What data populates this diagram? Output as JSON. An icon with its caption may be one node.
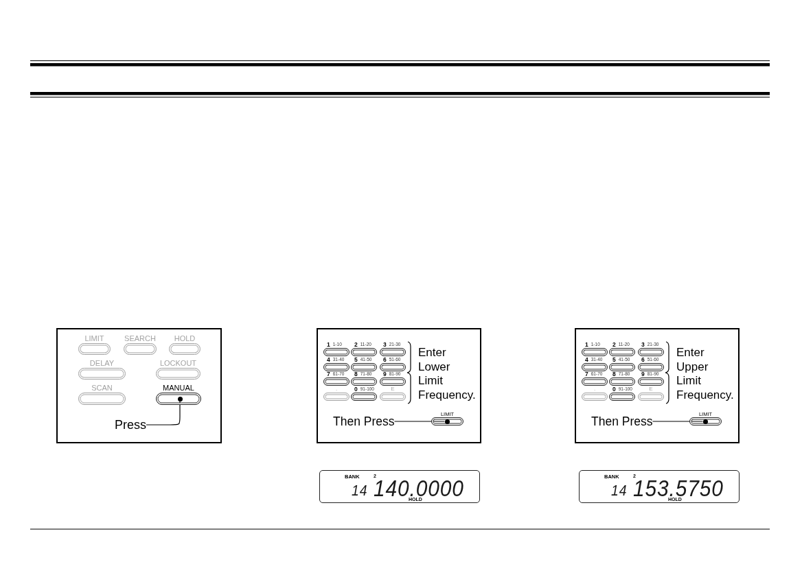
{
  "diagram": {
    "nodes": [
      {
        "text": [],
        "shape": "box"
      },
      {
        "text": [
          "LIMIT"
        ],
        "in": 0
      },
      {
        "text": [
          "SEARCH"
        ],
        "in": 0
      },
      {
        "text": [
          "HOLD"
        ],
        "in": 0
      },
      {
        "text": [
          "DELAY"
        ],
        "in": 0
      },
      {
        "text": [
          "LOCKOUT"
        ],
        "in": 0
      },
      {
        "text": [
          "SCAN"
        ],
        "in": 0
      },
      {
        "text": [
          "MANUAL"
        ],
        "in": 0
      },
      {
        "text": [],
        "shape": "circle",
        "in": 7
      },
      {
        "text": [
          "Press"
        ],
        "in": 0
      },
      {
        "text": [
          "Enter Lower Limit Frequency."
        ]
      },
      {
        "text": [
          "1",
          "1-10"
        ],
        "in": 10
      },
      {
        "text": [
          "2",
          "11-20"
        ],
        "in": 10
      },
      {
        "text": [
          "3",
          "21-30"
        ],
        "in": 10
      },
      {
        "text": [
          "4",
          "31-40"
        ],
        "in": 10
      },
      {
        "text": [
          "5",
          "41-50"
        ],
        "in": 10
      },
      {
        "text": [
          "6",
          "51-60"
        ],
        "in": 10
      },
      {
        "text": [
          "7",
          "61-70"
        ],
        "in": 10
      },
      {
        "text": [
          "8",
          "71-80"
        ],
        "in": 10
      },
      {
        "text": [
          "9",
          "81-90"
        ],
        "in": 10
      },
      {
        "text": [
          "."
        ],
        "in": 10
      },
      {
        "text": [
          "0",
          "91-100"
        ],
        "in": 10
      },
      {
        "text": [
          "E"
        ],
        "in": 10
      },
      {
        "text": [
          "Then Press"
        ],
        "in": 10
      },
      {
        "text": [
          "LIMIT"
        ],
        "in": 10
      },
      {
        "text": [],
        "shape": "circle",
        "in": 24
      },
      {
        "text": [
          "Enter Upper Limit Frequency."
        ]
      },
      {
        "text": [
          "1",
          "1-10"
        ],
        "in": 26
      },
      {
        "text": [
          "2",
          "11-20"
        ],
        "in": 26
      },
      {
        "text": [
          "3",
          "21-30"
        ],
        "in": 26
      },
      {
        "text": [
          "4",
          "31-40"
        ],
        "in": 26
      },
      {
        "text": [
          "5",
          "41-50"
        ],
        "in": 26
      },
      {
        "text": [
          "6",
          "51-60"
        ],
        "in": 26
      },
      {
        "text": [
          "7",
          "61-70"
        ],
        "in": 26
      },
      {
        "text": [
          "8",
          "71-80"
        ],
        "in": 26
      },
      {
        "text": [
          "9",
          "81-90"
        ],
        "in": 26
      },
      {
        "text": [
          "."
        ],
        "in": 26
      },
      {
        "text": [
          "0",
          "91-100"
        ],
        "in": 26
      },
      {
        "text": [
          "E"
        ],
        "in": 26
      },
      {
        "text": [
          "Then Press"
        ],
        "in": 26
      },
      {
        "text": [
          "LIMIT"
        ],
        "in": 26
      },
      {
        "text": [],
        "shape": "circle",
        "in": 40
      },
      {
        "text": [
          "BANK",
          "2",
          "14",
          "140.0000",
          "HOLD"
        ]
      },
      {
        "text": [
          "BANK",
          "2",
          "14",
          "153.5750",
          "HOLD"
        ]
      }
    ],
    "edges": [
      {
        "from": 9,
        "to": 8,
        "arrow": "none"
      },
      {
        "from": 23,
        "to": 25,
        "arrow": "none"
      },
      {
        "from": 39,
        "to": 41,
        "arrow": "none"
      }
    ]
  }
}
